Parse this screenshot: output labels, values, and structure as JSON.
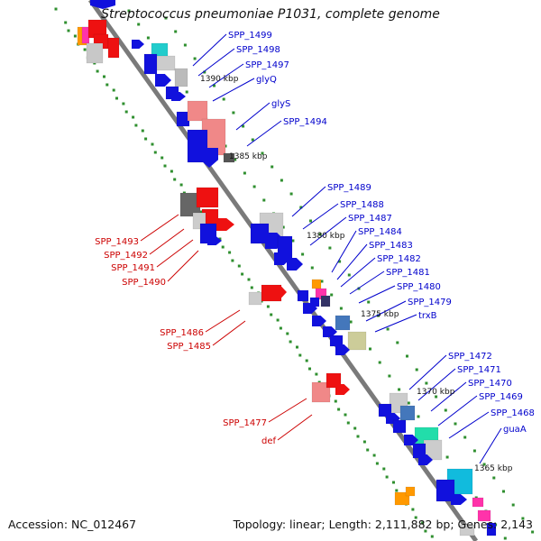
{
  "title": "Streptococcus pneumoniae P1031, complete genome",
  "footer": {
    "accession": "Accession: NC_012467",
    "topology": "Topology: linear; Length: 2,111,882 bp; Genes: 2,143"
  },
  "colors": {
    "backbone": "#7a7a7a",
    "dots": "#2f8f2f",
    "label_blue": "#0000cc",
    "label_red": "#cc0000",
    "scale_text": "#111111"
  },
  "scale_marks": [
    "1390 kbp",
    "1385 kbp",
    "1380 kbp",
    "1375 kbp",
    "1370 kbp",
    "1365 kbp"
  ],
  "labels_right": [
    "SPP_1499",
    "SPP_1498",
    "SPP_1497",
    "glyQ",
    "glyS",
    "SPP_1494",
    "SPP_1489",
    "SPP_1488",
    "SPP_1487",
    "SPP_1484",
    "SPP_1483",
    "SPP_1482",
    "SPP_1481",
    "SPP_1480",
    "SPP_1479",
    "trxB",
    "SPP_1472",
    "SPP_1471",
    "SPP_1470",
    "SPP_1469",
    "SPP_1468",
    "guaA"
  ],
  "labels_left": [
    "SPP_1493",
    "SPP_1492",
    "SPP_1491",
    "SPP_1490",
    "SPP_1486",
    "SPP_1485",
    "SPP_1477",
    "def"
  ]
}
